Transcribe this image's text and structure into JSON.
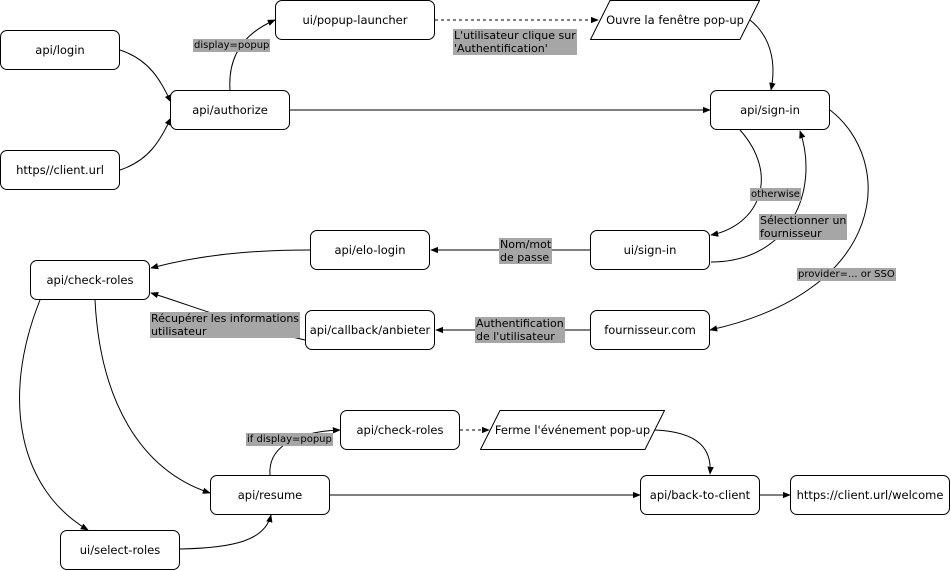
{
  "nodes": {
    "api_login": "api/login",
    "client_url": "https//client.url",
    "api_authorize": "api/authorize",
    "ui_popup_launcher": "ui/popup-launcher",
    "open_popup": "Ouvre la fenêtre pop-up",
    "api_sign_in": "api/sign-in",
    "ui_sign_in": "ui/sign-in",
    "api_elo_login": "api/elo-login",
    "api_check_roles_1": "api/check-roles",
    "api_callback": "api/callback/anbieter",
    "provider": "fournisseur.com",
    "api_check_roles_2": "api/check-roles",
    "close_popup": "Ferme l'événement pop-up",
    "api_resume": "api/resume",
    "api_back_to_client": "api/back-to-client",
    "client_welcome": "https://client.url/welcome",
    "ui_select_roles": "ui/select-roles"
  },
  "edge_labels": {
    "display_popup": "display=popup",
    "user_clicks": "L'utilisateur clique sur\n'Authentification'",
    "otherwise": "otherwise",
    "select_provider": "Sélectionner un\nfournisseur",
    "provider_sso": "provider=... or SSO",
    "name_password": "Nom/mot\nde passe",
    "user_auth": "Authentification\nde l'utilisateur",
    "retrieve_info": "Récupérer les informations\nutilisateur",
    "if_display_popup": "if display=popup"
  },
  "colors": {
    "label_bg": "#a6a6a6",
    "stroke": "#000000"
  }
}
